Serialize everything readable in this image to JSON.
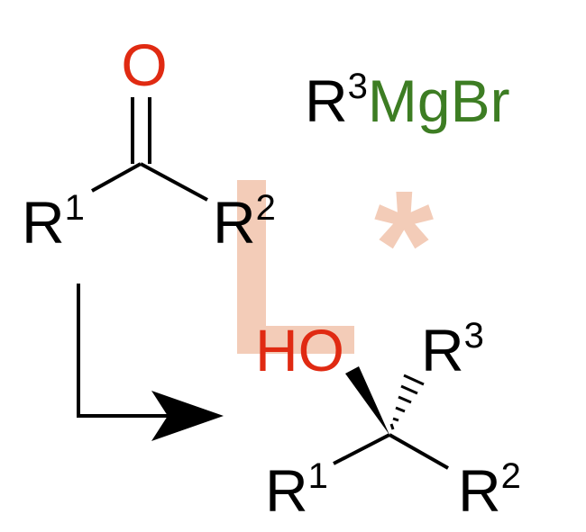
{
  "reactant": {
    "oxygen": "O",
    "r1_base": "R",
    "r1_sup": "1",
    "r2_base": "R",
    "r2_sup": "2"
  },
  "reagent": {
    "r3_base": "R",
    "r3_sup": "3",
    "metal": "MgBr"
  },
  "watermark": {
    "mark": "*"
  },
  "product": {
    "hydroxyl": "HO",
    "r3_base": "R",
    "r3_sup": "3",
    "r1_base": "R",
    "r1_sup": "1",
    "r2_base": "R",
    "r2_sup": "2"
  },
  "colors": {
    "oxygen": "#e02a12",
    "magnesium_bromide": "#3d7d23",
    "watermark": "#f3ccb8",
    "ink": "#000000"
  }
}
